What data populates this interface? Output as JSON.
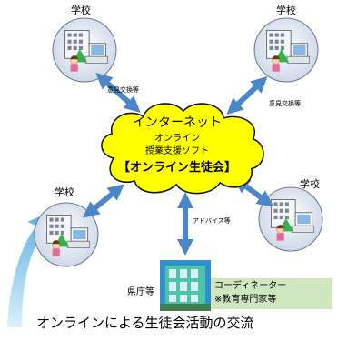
{
  "schools": [
    {
      "label": "学校"
    },
    {
      "label": "学校"
    },
    {
      "label": "学校"
    },
    {
      "label": "学校"
    }
  ],
  "links": {
    "exchange_1": "意見交換等",
    "exchange_2": "意見交換等",
    "advice": "アドバイス等"
  },
  "cloud": {
    "line1": "インターネット",
    "line2": "オンライン",
    "line3": "授業支援ソフト",
    "line4": "【オンライン生徒会】"
  },
  "prefecture": {
    "label": "県庁等"
  },
  "coordinator": {
    "line1": "コーディネーター",
    "line2": "※教育専門家等"
  },
  "caption": "オンラインによる生徒会活動の交流",
  "colors": {
    "arrow": "#4a86c8",
    "cloud_fill": "#ffff00",
    "cloud_stroke": "#111111",
    "circle_fill": "#dde4ef",
    "coordinator_bg": "#cfe6c1",
    "big_arrow": "#5bb7e6"
  }
}
